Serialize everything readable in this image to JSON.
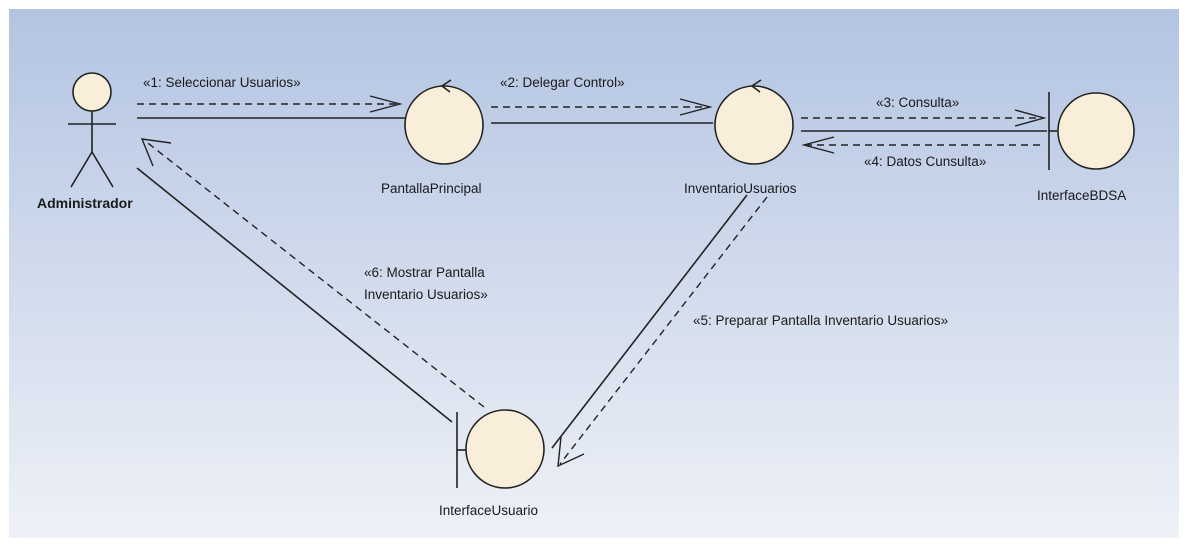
{
  "diagram": {
    "actor": {
      "name": "Administrador"
    },
    "nodes": {
      "pantalla_principal": {
        "name": "PantallaPrincipal",
        "kind": "control"
      },
      "inventario_usuarios": {
        "name": "InventarioUsuarios",
        "kind": "control"
      },
      "interface_bdsa": {
        "name": "InterfaceBDSA",
        "kind": "boundary"
      },
      "interface_usuario": {
        "name": "InterfaceUsuario",
        "kind": "boundary"
      }
    },
    "messages": {
      "m1": "«1: Seleccionar Usuarios»",
      "m2": "«2: Delegar Control»",
      "m3": "«3: Consulta»",
      "m4": "«4: Datos Cunsulta»",
      "m5": "«5: Preparar Pantalla Inventario Usuarios»",
      "m6_line1": "«6: Mostrar Pantalla",
      "m6_line2": "Inventario Usuarios»"
    },
    "colors": {
      "background_top": "#b3c4e2",
      "background_bottom": "#eef1f7",
      "node_fill": "#f9eed9",
      "line": "#222222"
    }
  }
}
